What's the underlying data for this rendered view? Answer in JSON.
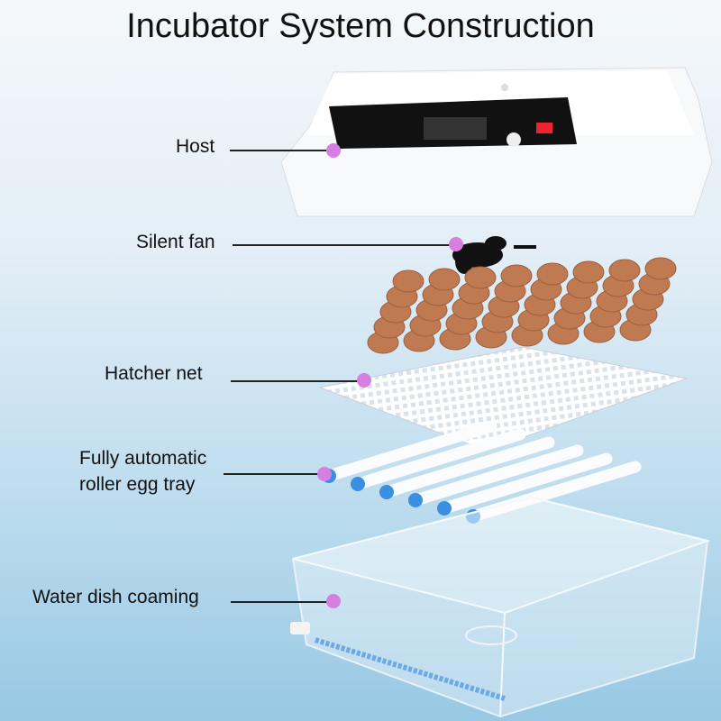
{
  "title": "Incubator System Construction",
  "labels": {
    "host": "Host",
    "fan": "Silent fan",
    "net": "Hatcher net",
    "tray_line1": "Fully automatic",
    "tray_line2": "roller egg tray",
    "water": "Water dish coaming"
  },
  "colors": {
    "marker": "#d77fe0",
    "roller_cap": "#3b8fe0",
    "egg": "#c07a52"
  }
}
